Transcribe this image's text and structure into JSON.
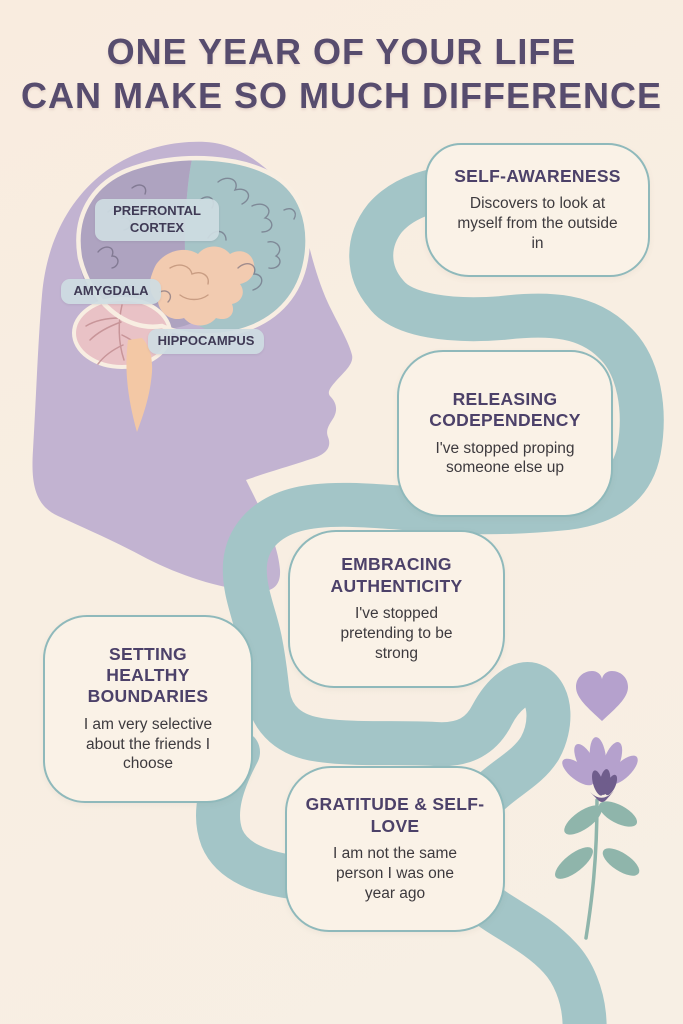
{
  "title": {
    "line1": "ONE YEAR OF YOUR LIFE",
    "line2": "CAN MAKE SO MUCH DIFFERENCE"
  },
  "brain_labels": {
    "prefrontal": "PREFRONTAL CORTEX",
    "amygdala": "AMYGDALA",
    "hippocampus": "HIPPOCAMPUS"
  },
  "cards": [
    {
      "heading": "SELF-AWARENESS",
      "body": "Discovers to look at myself from the outside in"
    },
    {
      "heading": "RELEASING CODEPENDENCY",
      "body": "I've stopped proping someone else up"
    },
    {
      "heading": "EMBRACING AUTHENTICITY",
      "body": "I've stopped pretending to be strong"
    },
    {
      "heading": "SETTING HEALTHY BOUNDARIES",
      "body": "I am very selective about the friends I choose"
    },
    {
      "heading": "GRATITUDE & SELF-LOVE",
      "body": "I am not the same person I was one year ago"
    }
  ],
  "icons": [
    "heart-icon",
    "flower-icon",
    "head-silhouette",
    "brain-icon"
  ],
  "colors": {
    "background": "#f8eee2",
    "title_text": "#574c6e",
    "ribbon_teal": "#a3c5c7",
    "card_border": "#8fb9bb",
    "card_background": "#faf2e7",
    "card_heading": "#4c4169",
    "card_body_text": "#3d3a3e",
    "head_purple": "#c2b3d1",
    "brain_teal": "#a6c4c7",
    "brain_frontal_purple": "#aea3c0",
    "brain_pink": "#e9c2c6",
    "brain_salmon": "#f3c8a5",
    "label_chip": "#cedce2",
    "accent_purple": "#b5a1cd",
    "flower_center": "#6f5d8c",
    "leaf_teal": "#8fb5ab"
  }
}
